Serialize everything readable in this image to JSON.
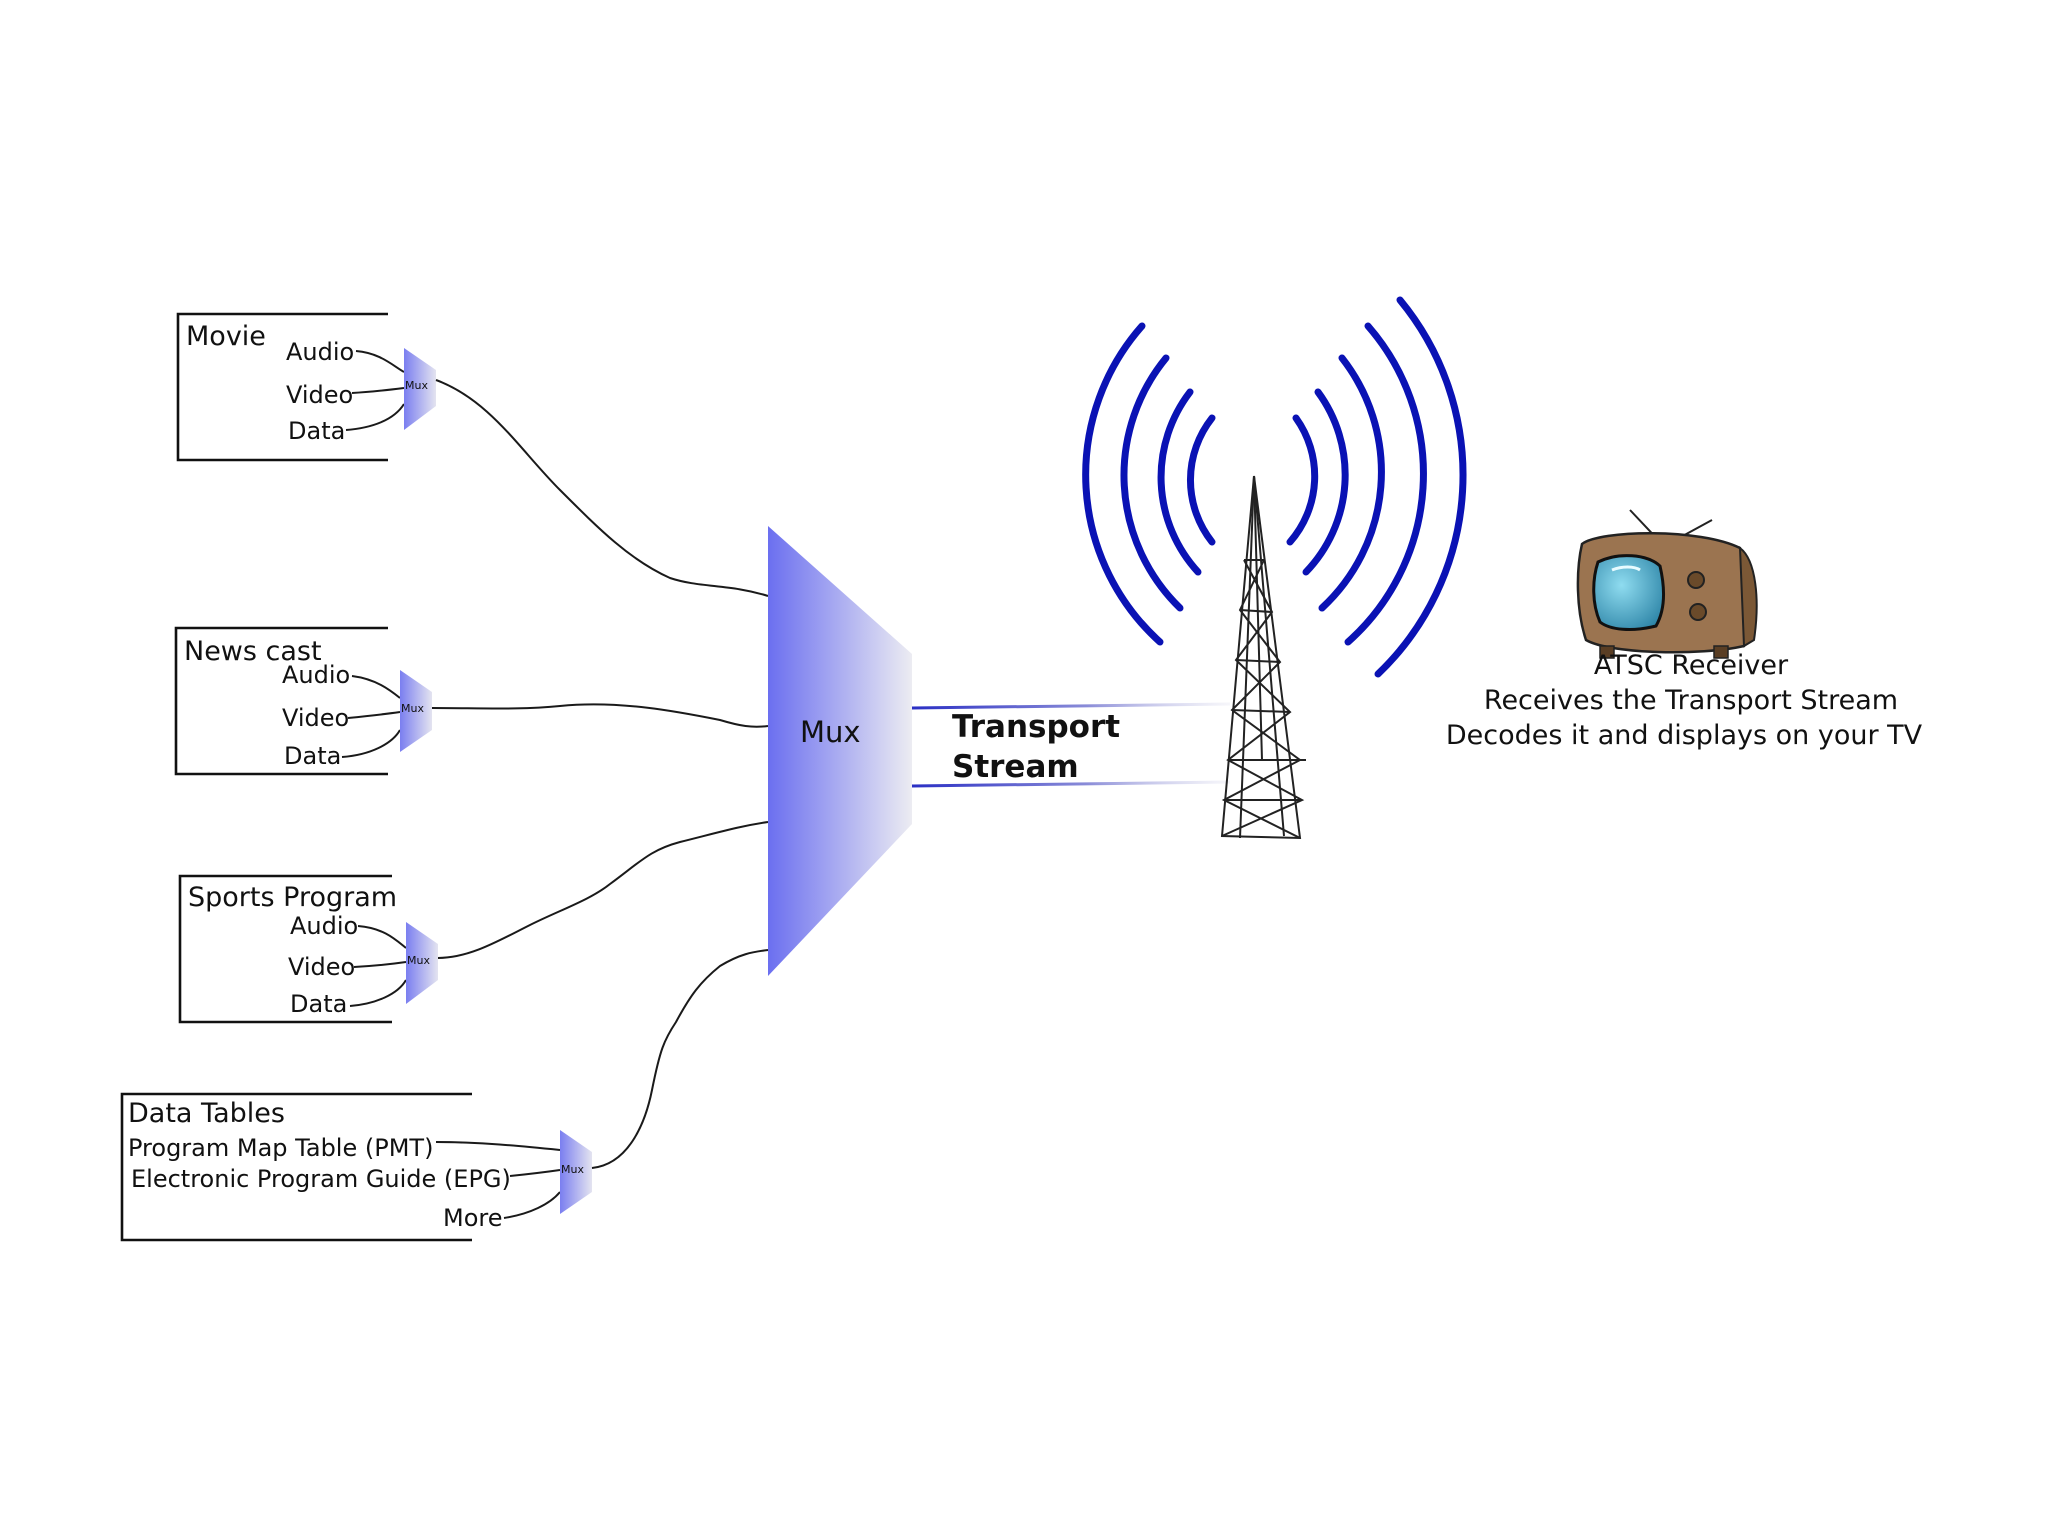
{
  "colors": {
    "mux_blue": "#6b6ff0",
    "mux_fade": "#e6e6ec",
    "wave_blue": "#0a12b4",
    "stream_blue": "#2a2fc4",
    "tv_wood": "#9b7450",
    "tv_screen": "#5fb5d0"
  },
  "groups": {
    "movie": {
      "title": "Movie",
      "inputs": [
        "Audio",
        "Video",
        "Data"
      ],
      "mux_label": "Mux"
    },
    "newscast": {
      "title": "News cast",
      "inputs": [
        "Audio",
        "Video",
        "Data"
      ],
      "mux_label": "Mux"
    },
    "sports": {
      "title": "Sports Program",
      "inputs": [
        "Audio",
        "Video",
        "Data"
      ],
      "mux_label": "Mux"
    },
    "tables": {
      "title": "Data Tables",
      "inputs": [
        "Program Map Table (PMT)",
        "Electronic Program Guide (EPG)",
        "More"
      ],
      "mux_label": "Mux"
    }
  },
  "main_mux": {
    "label": "Mux"
  },
  "stream": {
    "line1": "Transport",
    "line2": "Stream"
  },
  "receiver": {
    "title": "ATSC Receiver",
    "line1": "Receives the Transport Stream",
    "line2": "Decodes it and displays on your TV"
  },
  "icons": {
    "tower": "broadcast-tower-icon",
    "tv": "television-icon"
  }
}
